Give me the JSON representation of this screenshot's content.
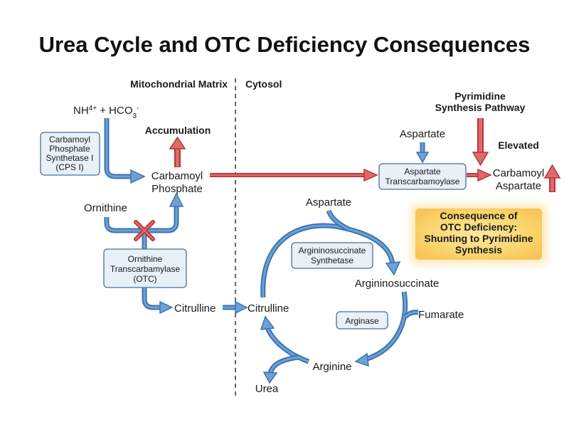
{
  "title": "Urea Cycle and OTC Deficiency Consequences",
  "regions": {
    "mito": "Mitochondrial Matrix",
    "cyto": "Cytosol"
  },
  "molecules": {
    "nh4": "NH",
    "nh4_sup": "4",
    "nh4_plus": "+",
    "hco3_mid": " + HCO",
    "hco3_sub": "3",
    "hco3_minus": "-",
    "carbamoyl_phosphate_1": "Carbamoyl",
    "carbamoyl_phosphate_2": "Phosphate",
    "ornithine": "Ornithine",
    "citrulline_mito": "Citrulline",
    "citrulline_cyto": "Citrulline",
    "aspartate_top": "Aspartate",
    "aspartate_cycle": "Aspartate",
    "argininosuccinate": "Argininosuccinate",
    "fumarate": "Fumarate",
    "arginine": "Arginine",
    "urea": "Urea",
    "carbamoyl_aspartate_1": "Carbamoyl",
    "carbamoyl_aspartate_2": "Aspartate"
  },
  "enzymes": {
    "cps1": [
      "Carbamoyl",
      "Phosphate",
      "Synthetase I",
      "(CPS I)"
    ],
    "otc": [
      "Ornithine",
      "Transcarbamylase",
      "(OTC)"
    ],
    "atc": [
      "Aspartate",
      "Transcarbamoylase"
    ],
    "ass": [
      "Argininosuccinate",
      "Synthetase"
    ],
    "arginase": [
      "Arginase"
    ]
  },
  "annotations": {
    "accumulation": "Accumulation",
    "elevated": "Elevated",
    "pyrimidine": [
      "Pyrimidine",
      "Synthesis Pathway"
    ]
  },
  "consequence": [
    "Consequence of",
    "OTC Deficiency:",
    "Shunting to Pyrimidine",
    "Synthesis"
  ],
  "colors": {
    "flow_arrow": "#3d73ad",
    "increase_arrow": "#b8343a",
    "enzyme_box": "#e8f0f8",
    "consequence_box": "#fbd46a"
  },
  "icons": {
    "block": "red-x-icon"
  }
}
